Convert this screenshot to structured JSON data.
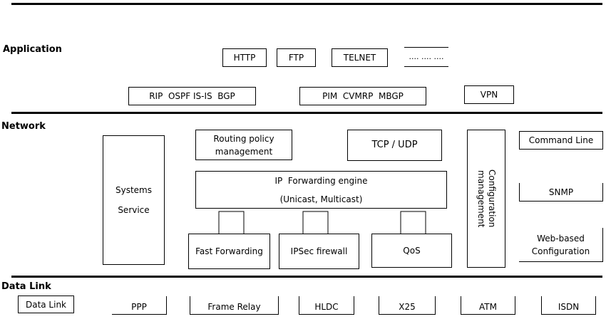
{
  "layers": {
    "application": "Application",
    "network": "Network",
    "data_link": "Data Link"
  },
  "application": {
    "protocols": [
      "HTTP",
      "FTP",
      "TELNET",
      ".... .... ...."
    ],
    "routing": [
      "RIP  OSPF IS-IS  BGP",
      "PIM  CVMRP  MBGP",
      "VPN"
    ]
  },
  "network": {
    "systems_service": [
      "Systems",
      "Service"
    ],
    "routing_policy": [
      "Routing policy",
      "management"
    ],
    "tcp_udp": "TCP / UDP",
    "ip_engine": [
      "IP  Forwarding engine",
      "(Unicast, Multicast)"
    ],
    "fast_forwarding": "Fast Forwarding",
    "ipsec": "IPSec firewall",
    "qos": "QoS",
    "config_mgmt": [
      "Configuration",
      "management"
    ],
    "command_line": "Command Line",
    "snmp": "SNMP",
    "web_config": [
      "Web-based",
      "Configuration"
    ]
  },
  "data_link": {
    "label_box": "Data Link",
    "items": [
      "PPP",
      "Frame Relay",
      "HLDC",
      "X25",
      "ATM",
      "ISDN"
    ]
  }
}
